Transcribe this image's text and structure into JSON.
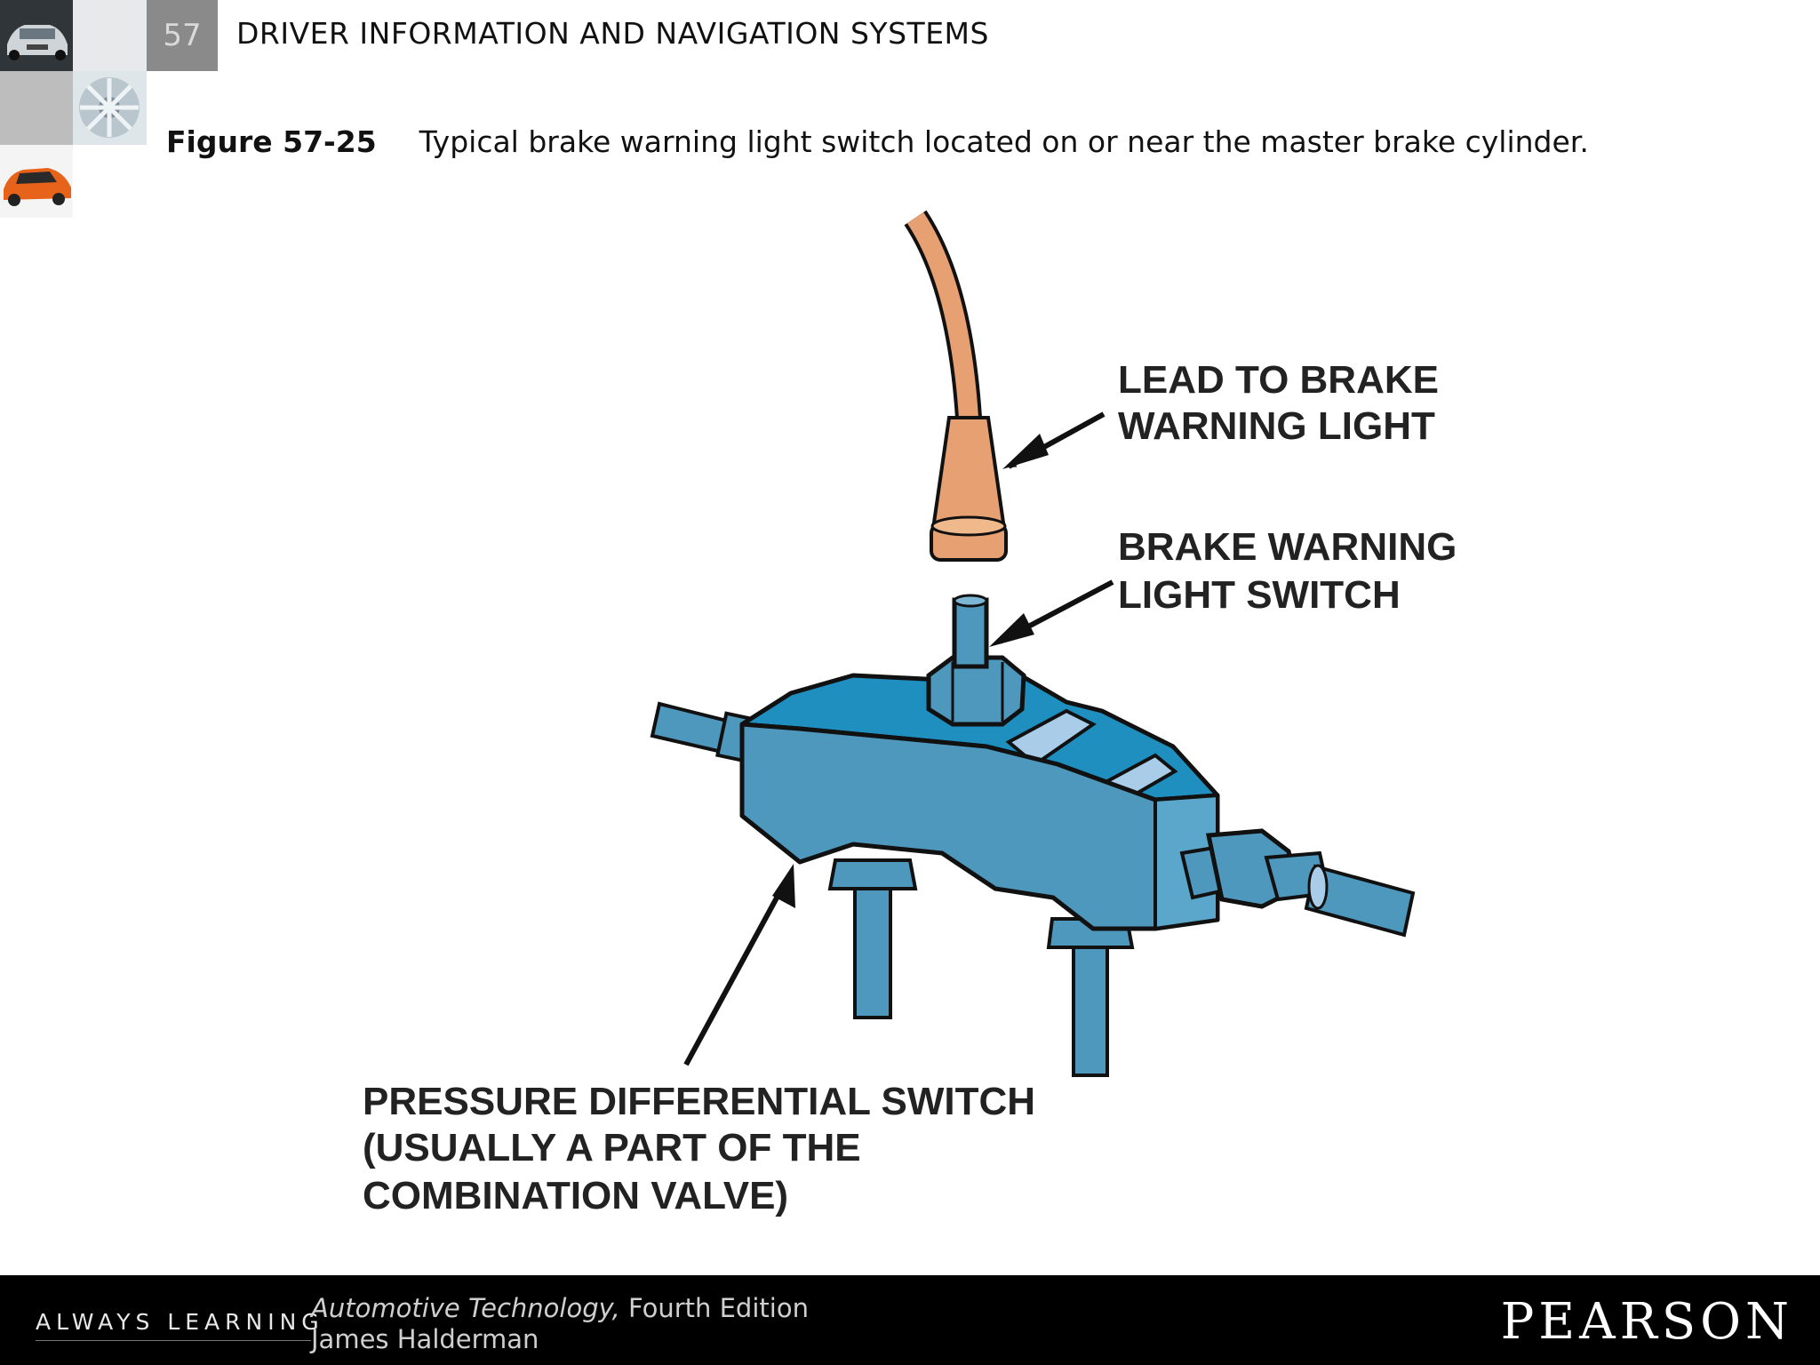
{
  "header": {
    "chapter_number": "57",
    "chapter_title": "DRIVER INFORMATION AND NAVIGATION SYSTEMS"
  },
  "caption": {
    "figure_label": "Figure 57-25",
    "text": "Typical brake warning light switch located on or near the master brake cylinder."
  },
  "diagram": {
    "labels": {
      "lead": [
        "LEAD TO BRAKE",
        "WARNING LIGHT"
      ],
      "switch": [
        "BRAKE WARNING",
        "LIGHT SWITCH"
      ],
      "pressure": [
        "PRESSURE DIFFERENTIAL SWITCH",
        "(USUALLY A PART OF THE",
        "COMBINATION VALVE)"
      ]
    },
    "colors": {
      "body_blue": "#4f98bd",
      "top_blue": "#1f8fc0",
      "highlight": "#a9cde8",
      "wire": "#e6a072",
      "outline": "#111111"
    }
  },
  "footer": {
    "always_learning": "ALWAYS LEARNING",
    "book_title": "Automotive Technology,",
    "edition": " Fourth Edition",
    "author": "James Halderman",
    "publisher": "PEARSON"
  }
}
